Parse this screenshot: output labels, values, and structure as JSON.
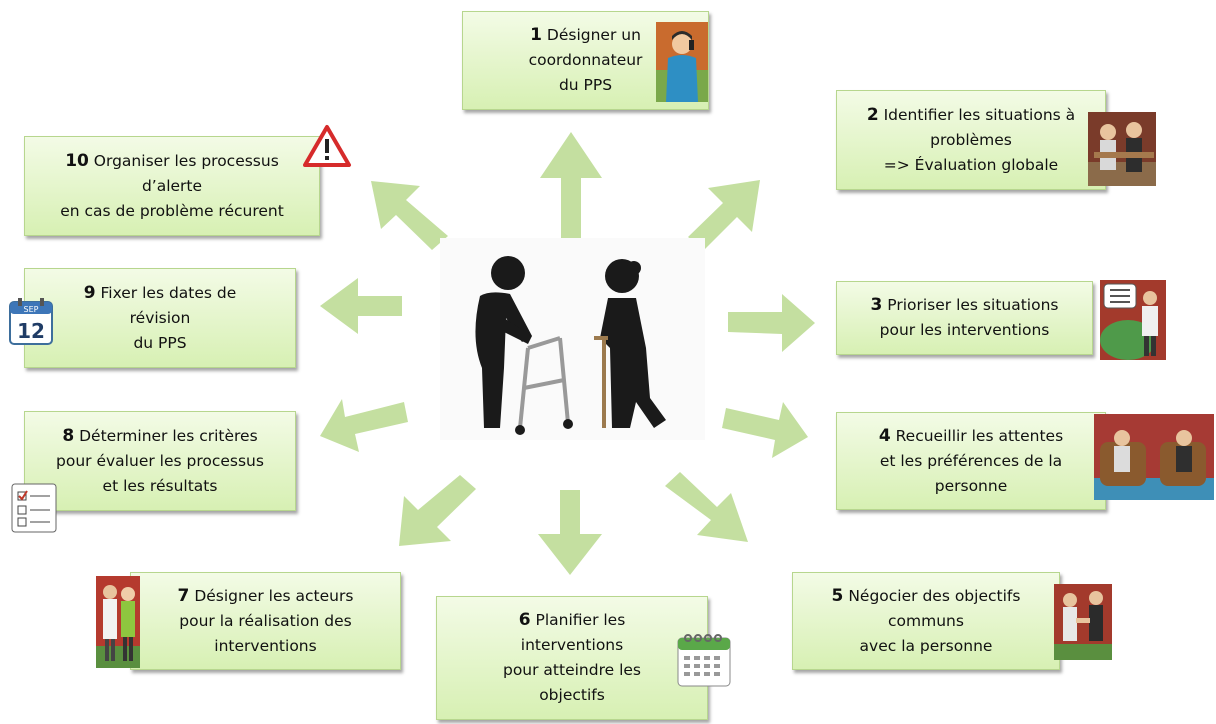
{
  "center": {
    "icon": "elderly-couple-walker-cane"
  },
  "colors": {
    "box_top": "#f3fbe6",
    "box_bottom": "#d7f0b3",
    "arrow": "#c4dfa0"
  },
  "steps": [
    {
      "num": "1",
      "lines": [
        "Désigner un",
        "coordonnateur",
        "du PPS"
      ],
      "icon": "woman-phone-icon"
    },
    {
      "num": "2",
      "lines": [
        "Identifier les situations à",
        "problèmes",
        "=> Évaluation globale"
      ],
      "icon": "consultation-icon"
    },
    {
      "num": "3",
      "lines": [
        "Prioriser les situations",
        "pour les interventions"
      ],
      "icon": "doctor-checklist-icon"
    },
    {
      "num": "4",
      "lines": [
        "Recueillir les attentes",
        "et les préférences de la",
        "personne"
      ],
      "icon": "armchair-meeting-icon"
    },
    {
      "num": "5",
      "lines": [
        "Négocier des objectifs",
        "communs",
        "avec la personne"
      ],
      "icon": "handshake-icon"
    },
    {
      "num": "6",
      "lines": [
        "Planifier les",
        "interventions",
        "pour atteindre les",
        "objectifs"
      ],
      "icon": "calendar-icon"
    },
    {
      "num": "7",
      "lines": [
        "Désigner les acteurs",
        "pour la réalisation des",
        "interventions"
      ],
      "icon": "doctor-nurse-icon"
    },
    {
      "num": "8",
      "lines": [
        "Déterminer les critères",
        "pour évaluer les processus",
        "et les résultats"
      ],
      "icon": "checklist-icon"
    },
    {
      "num": "9",
      "lines": [
        "Fixer les dates de",
        "révision",
        "du PPS"
      ],
      "icon": "calendar-date-icon",
      "cal_month": "SEP",
      "cal_day": "12"
    },
    {
      "num": "10",
      "lines": [
        "Organiser les processus",
        "d’alerte",
        "en cas de problème récurent"
      ],
      "icon": "warning-icon"
    }
  ]
}
